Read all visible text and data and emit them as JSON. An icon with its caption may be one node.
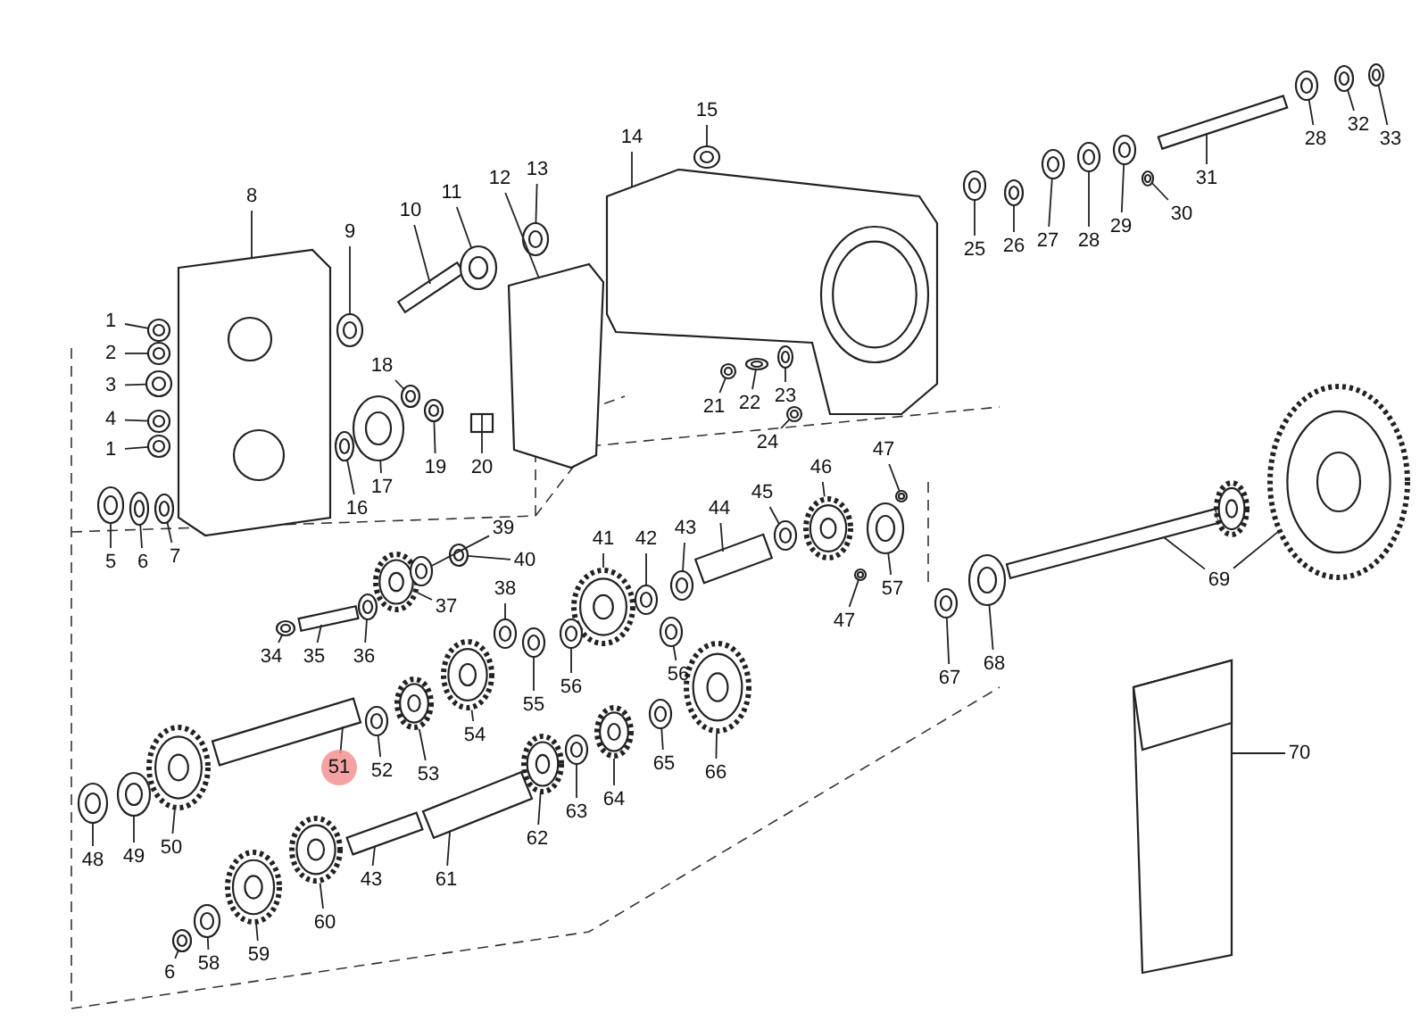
{
  "diagram": {
    "nodes": [
      {
        "text": [
          "1"
        ]
      },
      {
        "text": [
          "2"
        ]
      },
      {
        "text": [
          "3"
        ]
      },
      {
        "text": [
          "4"
        ]
      },
      {
        "text": [
          "1"
        ]
      },
      {
        "text": [
          "5"
        ]
      },
      {
        "text": [
          "6"
        ]
      },
      {
        "text": [
          "7"
        ]
      },
      {
        "text": [
          "8"
        ]
      },
      {
        "text": [
          "9"
        ]
      },
      {
        "text": [
          "10"
        ]
      },
      {
        "text": [
          "11"
        ]
      },
      {
        "text": [
          "12"
        ]
      },
      {
        "text": [
          "13"
        ]
      },
      {
        "text": [
          "14"
        ]
      },
      {
        "text": [
          "15"
        ]
      },
      {
        "text": [
          "16"
        ]
      },
      {
        "text": [
          "17"
        ]
      },
      {
        "text": [
          "18"
        ]
      },
      {
        "text": [
          "19"
        ]
      },
      {
        "text": [
          "20"
        ]
      },
      {
        "text": [
          "21"
        ]
      },
      {
        "text": [
          "22"
        ]
      },
      {
        "text": [
          "23"
        ]
      },
      {
        "text": [
          "24"
        ]
      },
      {
        "text": [
          "25"
        ]
      },
      {
        "text": [
          "26"
        ]
      },
      {
        "text": [
          "27"
        ]
      },
      {
        "text": [
          "28"
        ]
      },
      {
        "text": [
          "29"
        ]
      },
      {
        "text": [
          "30"
        ]
      },
      {
        "text": [
          "31"
        ]
      },
      {
        "text": [
          "28"
        ]
      },
      {
        "text": [
          "32"
        ]
      },
      {
        "text": [
          "33"
        ]
      },
      {
        "text": [
          "34"
        ]
      },
      {
        "text": [
          "35"
        ]
      },
      {
        "text": [
          "36"
        ]
      },
      {
        "text": [
          "37"
        ]
      },
      {
        "text": [
          "38"
        ]
      },
      {
        "text": [
          "39"
        ]
      },
      {
        "text": [
          "40"
        ]
      },
      {
        "text": [
          "41"
        ]
      },
      {
        "text": [
          "42"
        ]
      },
      {
        "text": [
          "43"
        ]
      },
      {
        "text": [
          "44"
        ]
      },
      {
        "text": [
          "45"
        ]
      },
      {
        "text": [
          "46"
        ]
      },
      {
        "text": [
          "47"
        ]
      },
      {
        "text": [
          "47"
        ]
      },
      {
        "text": [
          "57"
        ]
      },
      {
        "text": [
          "56"
        ]
      },
      {
        "text": [
          "55"
        ]
      },
      {
        "text": [
          "56"
        ]
      },
      {
        "text": [
          "54"
        ]
      },
      {
        "text": [
          "53"
        ]
      },
      {
        "text": [
          "52"
        ]
      },
      {
        "text": [
          "51"
        ]
      },
      {
        "text": [
          "50"
        ]
      },
      {
        "text": [
          "49"
        ]
      },
      {
        "text": [
          "48"
        ]
      },
      {
        "text": [
          "43"
        ]
      },
      {
        "text": [
          "61"
        ]
      },
      {
        "text": [
          "62"
        ]
      },
      {
        "text": [
          "63"
        ]
      },
      {
        "text": [
          "64"
        ]
      },
      {
        "text": [
          "65"
        ]
      },
      {
        "text": [
          "66"
        ]
      },
      {
        "text": [
          "67"
        ]
      },
      {
        "text": [
          "68"
        ]
      },
      {
        "text": [
          "69"
        ]
      },
      {
        "text": [
          "70"
        ]
      },
      {
        "text": [
          "6"
        ]
      },
      {
        "text": [
          "58"
        ]
      },
      {
        "text": [
          "59"
        ]
      },
      {
        "text": [
          "60"
        ]
      },
      {
        "text": [],
        "shape": "ring"
      },
      {
        "text": [],
        "shape": "ring"
      },
      {
        "text": [],
        "shape": "ring"
      },
      {
        "text": [],
        "shape": "ring"
      },
      {
        "text": [],
        "shape": "ring"
      },
      {
        "text": [],
        "shape": "ring"
      },
      {
        "text": [],
        "shape": "ring"
      },
      {
        "text": [],
        "shape": "ring"
      },
      {
        "text": [],
        "shape": "plate"
      },
      {
        "text": [],
        "shape": "ring"
      },
      {
        "text": [],
        "shape": "shaft"
      },
      {
        "text": [],
        "shape": "ring"
      },
      {
        "text": [],
        "shape": "plate"
      },
      {
        "text": [],
        "shape": "ring"
      },
      {
        "text": [],
        "shape": "housing"
      },
      {
        "text": [],
        "shape": "ring"
      },
      {
        "text": [],
        "shape": "ring"
      },
      {
        "text": [],
        "shape": "ring"
      },
      {
        "text": [],
        "shape": "ring"
      },
      {
        "text": [],
        "shape": "ring"
      },
      {
        "text": [],
        "shape": "box"
      },
      {
        "text": [],
        "shape": "ring"
      },
      {
        "text": [],
        "shape": "ring"
      },
      {
        "text": [],
        "shape": "ring"
      },
      {
        "text": [],
        "shape": "ring"
      },
      {
        "text": [],
        "shape": "ring"
      },
      {
        "text": [],
        "shape": "ring"
      },
      {
        "text": [],
        "shape": "ring"
      },
      {
        "text": [],
        "shape": "ring"
      },
      {
        "text": [],
        "shape": "ring"
      },
      {
        "text": [],
        "shape": "ring"
      },
      {
        "text": [],
        "shape": "shaft"
      },
      {
        "text": [],
        "shape": "ring"
      },
      {
        "text": [],
        "shape": "ring"
      },
      {
        "text": [],
        "shape": "ring"
      },
      {
        "text": [],
        "shape": "ring"
      },
      {
        "text": [],
        "shape": "shaft"
      },
      {
        "text": [],
        "shape": "ring"
      },
      {
        "text": [],
        "shape": "gear"
      },
      {
        "text": [],
        "shape": "ring"
      },
      {
        "text": [],
        "shape": "ring"
      },
      {
        "text": [],
        "shape": "ring"
      },
      {
        "text": [],
        "shape": "gear"
      },
      {
        "text": [],
        "shape": "ring"
      },
      {
        "text": [],
        "shape": "ring"
      },
      {
        "text": [],
        "shape": "shaft"
      },
      {
        "text": [],
        "shape": "ring"
      },
      {
        "text": [],
        "shape": "gear"
      },
      {
        "text": [],
        "shape": "ring"
      },
      {
        "text": [],
        "shape": "ring"
      },
      {
        "text": [],
        "shape": "ring"
      },
      {
        "text": [],
        "shape": "ring"
      },
      {
        "text": [],
        "shape": "ring"
      },
      {
        "text": [],
        "shape": "ring"
      },
      {
        "text": [],
        "shape": "gear"
      },
      {
        "text": [],
        "shape": "gear"
      },
      {
        "text": [],
        "shape": "ring"
      },
      {
        "text": [],
        "shape": "shaft"
      },
      {
        "text": [],
        "shape": "gear"
      },
      {
        "text": [],
        "shape": "ring"
      },
      {
        "text": [],
        "shape": "ring"
      },
      {
        "text": [],
        "shape": "shaft"
      },
      {
        "text": [],
        "shape": "shaft"
      },
      {
        "text": [],
        "shape": "gear"
      },
      {
        "text": [],
        "shape": "ring"
      },
      {
        "text": [],
        "shape": "gear"
      },
      {
        "text": [],
        "shape": "ring"
      },
      {
        "text": [],
        "shape": "gear"
      },
      {
        "text": [],
        "shape": "ring"
      },
      {
        "text": [],
        "shape": "ring"
      },
      {
        "text": [],
        "shape": "shaft"
      },
      {
        "text": [],
        "shape": "gear"
      },
      {
        "text": [],
        "shape": "bag"
      },
      {
        "text": [],
        "shape": "ring"
      },
      {
        "text": [],
        "shape": "ring"
      },
      {
        "text": [],
        "shape": "gear"
      },
      {
        "text": [],
        "shape": "gear"
      }
    ],
    "edges": [
      {
        "from": 0,
        "to": 76,
        "arrow": "none"
      },
      {
        "from": 1,
        "to": 77,
        "arrow": "none"
      },
      {
        "from": 2,
        "to": 78,
        "arrow": "none"
      },
      {
        "from": 3,
        "to": 79,
        "arrow": "none"
      },
      {
        "from": 4,
        "to": 80,
        "arrow": "none"
      },
      {
        "from": 5,
        "to": 81,
        "arrow": "none"
      },
      {
        "from": 6,
        "to": 82,
        "arrow": "none"
      },
      {
        "from": 7,
        "to": 83,
        "arrow": "none"
      },
      {
        "from": 8,
        "to": 84,
        "arrow": "none"
      },
      {
        "from": 9,
        "to": 85,
        "arrow": "none"
      },
      {
        "from": 10,
        "to": 86,
        "arrow": "none"
      },
      {
        "from": 11,
        "to": 87,
        "arrow": "none"
      },
      {
        "from": 12,
        "to": 88,
        "arrow": "none"
      },
      {
        "from": 13,
        "to": 89,
        "arrow": "none"
      },
      {
        "from": 14,
        "to": 90,
        "arrow": "none"
      },
      {
        "from": 15,
        "to": 91,
        "arrow": "none"
      },
      {
        "from": 16,
        "to": 92,
        "arrow": "none"
      },
      {
        "from": 17,
        "to": 93,
        "arrow": "none"
      },
      {
        "from": 18,
        "to": 94,
        "arrow": "none"
      },
      {
        "from": 19,
        "to": 95,
        "arrow": "none"
      },
      {
        "from": 20,
        "to": 96,
        "arrow": "none"
      },
      {
        "from": 21,
        "to": 97,
        "arrow": "none"
      },
      {
        "from": 22,
        "to": 98,
        "arrow": "none"
      },
      {
        "from": 23,
        "to": 99,
        "arrow": "none"
      },
      {
        "from": 24,
        "to": 100,
        "arrow": "none"
      },
      {
        "from": 25,
        "to": 101,
        "arrow": "none"
      },
      {
        "from": 26,
        "to": 102,
        "arrow": "none"
      },
      {
        "from": 27,
        "to": 103,
        "arrow": "none"
      },
      {
        "from": 28,
        "to": 104,
        "arrow": "none"
      },
      {
        "from": 29,
        "to": 105,
        "arrow": "none"
      },
      {
        "from": 30,
        "to": 106,
        "arrow": "none"
      },
      {
        "from": 31,
        "to": 107,
        "arrow": "none"
      },
      {
        "from": 32,
        "to": 108,
        "arrow": "none"
      },
      {
        "from": 33,
        "to": 109,
        "arrow": "none"
      },
      {
        "from": 34,
        "to": 110,
        "arrow": "none"
      },
      {
        "from": 35,
        "to": 111,
        "arrow": "none"
      },
      {
        "from": 36,
        "to": 112,
        "arrow": "none"
      },
      {
        "from": 37,
        "to": 113,
        "arrow": "none"
      },
      {
        "from": 38,
        "to": 114,
        "arrow": "none"
      },
      {
        "from": 39,
        "to": 115,
        "arrow": "none"
      },
      {
        "from": 40,
        "to": 116,
        "arrow": "none"
      },
      {
        "from": 41,
        "to": 117,
        "arrow": "none"
      },
      {
        "from": 42,
        "to": 118,
        "arrow": "none"
      },
      {
        "from": 43,
        "to": 119,
        "arrow": "none"
      },
      {
        "from": 44,
        "to": 120,
        "arrow": "none"
      },
      {
        "from": 45,
        "to": 121,
        "arrow": "none"
      },
      {
        "from": 46,
        "to": 122,
        "arrow": "none"
      },
      {
        "from": 47,
        "to": 123,
        "arrow": "none"
      },
      {
        "from": 48,
        "to": 124,
        "arrow": "none"
      },
      {
        "from": 49,
        "to": 125,
        "arrow": "none"
      },
      {
        "from": 50,
        "to": 126,
        "arrow": "none"
      },
      {
        "from": 51,
        "to": 127,
        "arrow": "none"
      },
      {
        "from": 52,
        "to": 128,
        "arrow": "none"
      },
      {
        "from": 53,
        "to": 129,
        "arrow": "none"
      },
      {
        "from": 54,
        "to": 130,
        "arrow": "none"
      },
      {
        "from": 55,
        "to": 131,
        "arrow": "none"
      },
      {
        "from": 56,
        "to": 132,
        "arrow": "none"
      },
      {
        "from": 57,
        "to": 133,
        "arrow": "none"
      },
      {
        "from": 58,
        "to": 134,
        "arrow": "none"
      },
      {
        "from": 59,
        "to": 135,
        "arrow": "none"
      },
      {
        "from": 60,
        "to": 136,
        "arrow": "none"
      },
      {
        "from": 61,
        "to": 137,
        "arrow": "none"
      },
      {
        "from": 62,
        "to": 138,
        "arrow": "none"
      },
      {
        "from": 63,
        "to": 139,
        "arrow": "none"
      },
      {
        "from": 64,
        "to": 140,
        "arrow": "none"
      },
      {
        "from": 65,
        "to": 141,
        "arrow": "none"
      },
      {
        "from": 66,
        "to": 142,
        "arrow": "none"
      },
      {
        "from": 67,
        "to": 143,
        "arrow": "none"
      },
      {
        "from": 68,
        "to": 144,
        "arrow": "none"
      },
      {
        "from": 69,
        "to": 145,
        "arrow": "none"
      },
      {
        "from": 70,
        "to": 146,
        "arrow": "none"
      },
      {
        "from": 70,
        "to": 147,
        "arrow": "none"
      },
      {
        "from": 71,
        "to": 148,
        "arrow": "none"
      },
      {
        "from": 72,
        "to": 149,
        "arrow": "none"
      },
      {
        "from": 73,
        "to": 150,
        "arrow": "none"
      },
      {
        "from": 74,
        "to": 151,
        "arrow": "none"
      },
      {
        "from": 75,
        "to": 152,
        "arrow": "none"
      }
    ]
  }
}
